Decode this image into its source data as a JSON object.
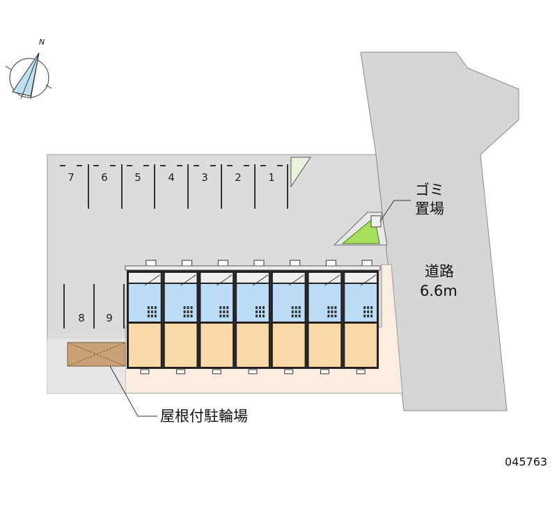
{
  "parking_top": [
    "7",
    "6",
    "5",
    "4",
    "3",
    "2",
    "1"
  ],
  "parking_left": [
    "8",
    "9"
  ],
  "labels": {
    "garbage_line1": "ゴミ",
    "garbage_line2": "置場",
    "road_line1": "道路",
    "road_line2": "6.6m",
    "bike_shelter": "屋根付駐輪場",
    "property_id": "045763",
    "north": "N"
  },
  "colors": {
    "lot": "#dcdcdc",
    "road": "#d6d6d6",
    "building_blue": "#bcdcf8",
    "building_orange": "#fcd9a8",
    "beige": "#fbeee0",
    "green": "#a6e05a"
  },
  "unit_count": 7
}
